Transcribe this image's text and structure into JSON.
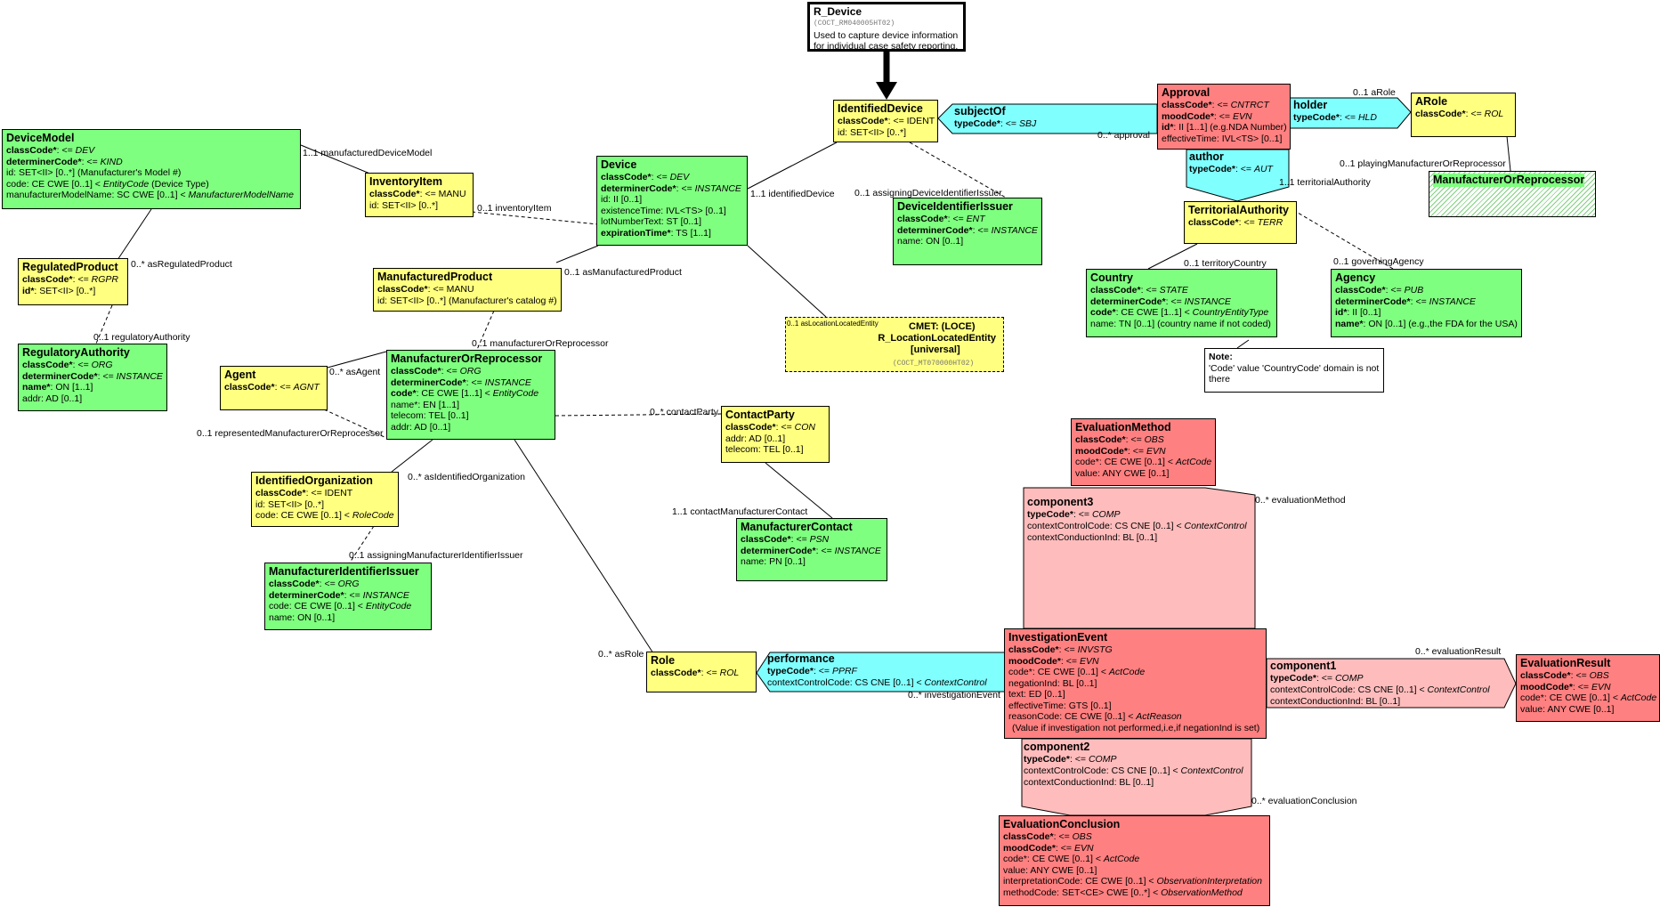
{
  "header": {
    "title": "R_Device",
    "code": "(COCT_RM040005HT02)",
    "desc1": "Used to capture device information",
    "desc2": "for individual case safety reporting."
  },
  "classes": {
    "identifiedDevice": {
      "name": "IdentifiedDevice",
      "a1": "classCode*: <= IDENT",
      "a2": "id: SET<II> [0..*]"
    },
    "subjectOf": {
      "name": "subjectOf",
      "a1": "typeCode*: <= SBJ"
    },
    "approval": {
      "name": "Approval",
      "a1": "classCode*: <= CNTRCT",
      "a2": "moodCode*: <= EVN",
      "a3": "id*: II [1..1] (e.g.NDA Number)",
      "a4": "effectiveTime: IVL<TS> [0..1]"
    },
    "holder": {
      "name": "holder",
      "a1": "typeCode*: <= HLD"
    },
    "arole": {
      "name": "ARole",
      "a1": "classCode*: <= ROL"
    },
    "author": {
      "name": "author",
      "a1": "typeCode*: <= AUT"
    },
    "manufacturerOrReprocessorHatch": {
      "name": "ManufacturerOrReprocessor"
    },
    "territorialAuthority": {
      "name": "TerritorialAuthority",
      "a1": "classCode*: <= TERR"
    },
    "country": {
      "name": "Country",
      "a1": "classCode*: <= STATE",
      "a2": "determinerCode*: <= INSTANCE",
      "a3": "code*: CE CWE [1..1] < CountryEntityType",
      "a4": "name: TN [0..1] (country name if not coded)"
    },
    "agency": {
      "name": "Agency",
      "a1": "classCode*: <= PUB",
      "a2": "determinerCode*: <= INSTANCE",
      "a3": "id*: II [0..1]",
      "a4": "name*: ON [0..1] (e.g.,the FDA for the USA)"
    },
    "deviceModel": {
      "name": "DeviceModel",
      "a1": "classCode*: <= DEV",
      "a2": "determinerCode*: <= KIND",
      "a3": "id: SET<II> [0..*] (Manufacturer's Model #)",
      "a4": "code: CE CWE [0..1] < EntityCode (Device Type)",
      "a5": "manufacturerModelName: SC CWE [0..1] < ManufacturerModelName"
    },
    "inventoryItem": {
      "name": "InventoryItem",
      "a1": "classCode*: <= MANU",
      "a2": "id: SET<II> [0..*]"
    },
    "device": {
      "name": "Device",
      "a1": "classCode*: <= DEV",
      "a2": "determinerCode*: <= INSTANCE",
      "a3": "id: II [0..1]",
      "a4": "existenceTime: IVL<TS> [0..1]",
      "a5": "lotNumberText: ST [0..1]",
      "a6": "expirationTime*: TS [1..1]"
    },
    "deviceIdentifierIssuer": {
      "name": "DeviceIdentifierIssuer",
      "a1": "classCode*: <= ENT",
      "a2": "determinerCode*: <= INSTANCE",
      "a3": "name: ON [0..1]"
    },
    "regulatedProduct": {
      "name": "RegulatedProduct",
      "a1": "classCode*: <= RGPR",
      "a2": "id*: SET<II> [0..*]"
    },
    "manufacturedProduct": {
      "name": "ManufacturedProduct",
      "a1": "classCode*: <= MANU",
      "a2": "id: SET<II> [0..*] (Manufacturer's catalog #)"
    },
    "regulatoryAuthority": {
      "name": "RegulatoryAuthority",
      "a1": "classCode*: <= ORG",
      "a2": "determinerCode*: <= INSTANCE",
      "a3": "name*: ON [1..1]",
      "a4": "addr: AD [0..1]"
    },
    "agent": {
      "name": "Agent",
      "a1": "classCode*: <= AGNT"
    },
    "manufacturerOrReprocessor": {
      "name": "ManufacturerOrReprocessor",
      "a1": "classCode*: <= ORG",
      "a2": "determinerCode*: <= INSTANCE",
      "a3": "code*: CE CWE [1..1] < EntityCode",
      "a4": "name*: EN [1..1]",
      "a5": "telecom: TEL [0..1]",
      "a6": "addr: AD [0..1]"
    },
    "contactParty": {
      "name": "ContactParty",
      "a1": "classCode*: <= CON",
      "a2": "addr: AD [0..1]",
      "a3": "telecom: TEL [0..1]"
    },
    "identifiedOrganization": {
      "name": "IdentifiedOrganization",
      "a1": "classCode*: <= IDENT",
      "a2": "id: SET<II> [0..*]",
      "a3": "code: CE CWE [0..1] < RoleCode"
    },
    "manufacturerContact": {
      "name": "ManufacturerContact",
      "a1": "classCode*: <= PSN",
      "a2": "determinerCode*: <= INSTANCE",
      "a3": "name: PN [0..1]"
    },
    "manufacturerIdentifierIssuer": {
      "name": "ManufacturerIdentifierIssuer",
      "a1": "classCode*: <= ORG",
      "a2": "determinerCode*: <= INSTANCE",
      "a3": "code: CE CWE [0..1] < EntityCode",
      "a4": "name: ON [0..1]"
    },
    "evaluationMethod": {
      "name": "EvaluationMethod",
      "a1": "classCode*: <= OBS",
      "a2": "moodCode*: <= EVN",
      "a3": "code*: CE CWE [0..1] < ActCode",
      "a4": "value: ANY CWE [0..1]"
    },
    "component3": {
      "name": "component3",
      "a1": "typeCode*: <= COMP",
      "a2": "contextControlCode: CS CNE [0..1] < ContextControl",
      "a3": "contextConductionInd: BL [0..1]"
    },
    "role": {
      "name": "Role",
      "a1": "classCode*: <= ROL"
    },
    "performance": {
      "name": "performance",
      "a1": "typeCode*: <= PPRF",
      "a2": "contextControlCode: CS CNE [0..1] < ContextControl"
    },
    "investigationEvent": {
      "name": "InvestigationEvent",
      "a1": "classCode*: <= INVSTG",
      "a2": "moodCode*: <= EVN",
      "a3": "code*: CE CWE [0..1] < ActCode",
      "a4": "negationInd: BL [0..1]",
      "a5": "text: ED [0..1]",
      "a6": "effectiveTime: GTS [0..1]",
      "a7": "reasonCode: CE CWE [0..1] < ActReason",
      "a8": "(Value if investigation not performed,i.e,if negationInd is set)"
    },
    "component1": {
      "name": "component1",
      "a1": "typeCode*: <= COMP",
      "a2": "contextControlCode: CS CNE [0..1] < ContextControl",
      "a3": "contextConductionInd: BL [0..1]"
    },
    "evaluationResult": {
      "name": "EvaluationResult",
      "a1": "classCode*: <= OBS",
      "a2": "moodCode*: <= EVN",
      "a3": "code*: CE CWE [0..1] < ActCode",
      "a4": "value: ANY CWE [0..1]"
    },
    "component2": {
      "name": "component2",
      "a1": "typeCode*: <= COMP",
      "a2": "contextControlCode: CS CNE [0..1] < ContextControl",
      "a3": "contextConductionInd: BL [0..1]"
    },
    "evaluationConclusion": {
      "name": "EvaluationConclusion",
      "a1": "classCode*: <= OBS",
      "a2": "moodCode*: <= EVN",
      "a3": "code*: CE CWE [0..1] < ActCode",
      "a4": "value: ANY CWE [0..1]",
      "a5": "interpretationCode: CE CWE [0..1] < ObservationInterpretation",
      "a6": "methodCode: SET<CE> CWE [0..*] < ObservationMethod"
    }
  },
  "cmet": {
    "small": "0..1 asLocationLocatedEntity",
    "l1": "CMET: (LOCE)",
    "l2": "R_LocationLocatedEntity",
    "l3": "[universal]",
    "code": "(COCT_MT070000HT02)"
  },
  "note": {
    "title": "Note:",
    "text": "'Code' value 'CountryCode' domain is not there"
  },
  "labels": {
    "manufacturedDeviceModel": "1..1 manufacturedDeviceModel",
    "approval": "0..* approval",
    "aRole": "0..1 aRole",
    "playingManufacturer": "0..1 playingManufacturerOrReprocessor",
    "territorialAuthority": "1..1 territorialAuthority",
    "identifiedDevice": "1..1 identifiedDevice",
    "assigningDeviceIdentifierIssuer": "0..1 assigningDeviceIdentifierIssuer",
    "inventoryItem": "0..1 inventoryItem",
    "asRegulatedProduct": "0..* asRegulatedProduct",
    "asManufacturedProduct": "0..1 asManufacturedProduct",
    "territoryCountry": "0..1 territoryCountry",
    "governingAgency": "0..1 governingAgency",
    "regulatoryAuthority": "0..1 regulatoryAuthority",
    "manufacturerOrReprocessor": "0..1 manufacturerOrReprocessor",
    "asAgent": "0..* asAgent",
    "representedManufacturer": "0..1 representedManufacturerOrReprocessor",
    "contactParty": "0..* contactParty",
    "asIdentifiedOrganization": "0..* asIdentifiedOrganization",
    "evaluationMethod": "0..* evaluationMethod",
    "contactManufacturerContact": "1..1 contactManufacturerContact",
    "assigningManufacturerIdentifierIssuer": "0..1 assigningManufacturerIdentifierIssuer",
    "asRole": "0..* asRole",
    "evaluationResult": "0..* evaluationResult",
    "investigationEvent": "0..* investigationEvent",
    "evaluationConclusion": "0..* evaluationConclusion"
  },
  "colors": {
    "entity": "#7fff7f",
    "role": "#ffff80",
    "act": "#ff8080",
    "actRelationship": "#ffbcbc",
    "participation": "#80ffff"
  }
}
